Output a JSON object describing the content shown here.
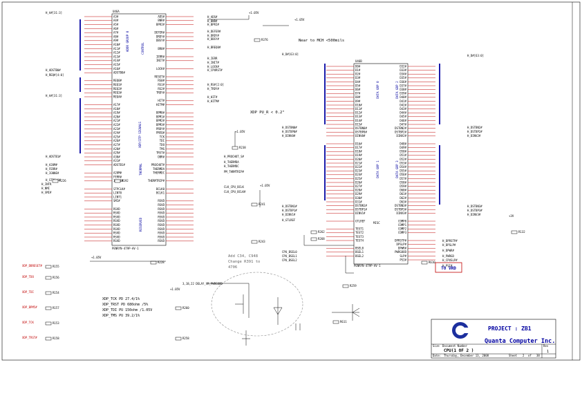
{
  "cpu_block": {
    "refdes": "U46A",
    "part": "PENRYN-479P-AV-1",
    "groups": [
      "ADDR GROUP 0",
      "CONTROL",
      "XDP/ITP SIGNALS",
      "THERMAL",
      "RESERVED"
    ],
    "left_pins": [
      "A3#",
      "A4#",
      "A5#",
      "A6#",
      "A7#",
      "A8#",
      "A9#",
      "A10#",
      "A11#",
      "A12#",
      "A13#",
      "A14#",
      "A15#",
      "A16#",
      "ADSTB0#",
      "",
      "REQ0#",
      "REQ1#",
      "REQ2#",
      "REQ3#",
      "REQ4#",
      "",
      "A17#",
      "A18#",
      "A19#",
      "A20#",
      "A21#",
      "A22#",
      "A23#",
      "A24#",
      "A25#",
      "A26#",
      "A27#",
      "A28#",
      "A29#",
      "A30#",
      "A31#",
      "ADSTB1#",
      "",
      "A20M#",
      "FERR#",
      "IGNNE#",
      "",
      "STPCLK#",
      "LINT0",
      "LINT1",
      "SMI#",
      "",
      "RSVD",
      "RSVD",
      "RSVD",
      "RSVD",
      "RSVD",
      "RSVD",
      "RSVD",
      "RSVD",
      "RSVD"
    ],
    "right_pins": [
      "ADS#",
      "BNR#",
      "BPRI#",
      "",
      "DEFER#",
      "DRDY#",
      "DBSY#",
      "",
      "BR0#",
      "",
      "IERR#",
      "INIT#",
      "",
      "LOCK#",
      "",
      "RESET#",
      "RS0#",
      "RS1#",
      "RS2#",
      "TRDY#",
      "",
      "HIT#",
      "HITM#",
      "",
      "BPM0#",
      "BPM1#",
      "BPM2#",
      "BPM3#",
      "PRDY#",
      "PREQ#",
      "TCK",
      "TDI",
      "TDO",
      "TMS",
      "TRST#",
      "DBR#",
      "",
      "PROCHOT#",
      "THERMDA",
      "THERMDC",
      "",
      "THERMTRIP#",
      "",
      "BCLK0",
      "BCLK1",
      "",
      "RSVD",
      "RSVD",
      "RSVD",
      "RSVD",
      "RSVD",
      "RSVD",
      "RSVD",
      "RSVD",
      "RSVD",
      "RSVD",
      "RSVD"
    ]
  },
  "cpu_block_b": {
    "refdes": "U46B",
    "part": "PENRYN-479P-AV-1",
    "groups": [
      "DATA GRP 0",
      "DATA GRP 2",
      "DATA GRP 1",
      "DATA GRP 3"
    ],
    "misc": "MISC",
    "left_pins": [
      "D0#",
      "D1#",
      "D2#",
      "D3#",
      "D4#",
      "D5#",
      "D6#",
      "D7#",
      "D8#",
      "D9#",
      "D10#",
      "D11#",
      "D12#",
      "D13#",
      "D14#",
      "D15#",
      "DSTBN0#",
      "DSTBP0#",
      "DINV0#",
      "",
      "D16#",
      "D17#",
      "D18#",
      "D19#",
      "D20#",
      "D21#",
      "D22#",
      "D23#",
      "D24#",
      "D25#",
      "D26#",
      "D27#",
      "D28#",
      "D29#",
      "D30#",
      "D31#",
      "DSTBN1#",
      "DSTBP1#",
      "DINV1#",
      "",
      "GTLREF",
      "",
      "TEST1",
      "TEST2",
      "TEST3",
      "TEST4",
      "",
      "BSEL0",
      "BSEL1",
      "BSEL2"
    ],
    "right_pins": [
      "D32#",
      "D33#",
      "D34#",
      "D35#",
      "D36#",
      "D37#",
      "D38#",
      "D39#",
      "D40#",
      "D41#",
      "D42#",
      "D43#",
      "D44#",
      "D45#",
      "D46#",
      "D47#",
      "DSTBN2#",
      "DSTBP2#",
      "DINV2#",
      "",
      "D48#",
      "D49#",
      "D50#",
      "D51#",
      "D52#",
      "D53#",
      "D54#",
      "D55#",
      "D56#",
      "D57#",
      "D58#",
      "D59#",
      "D60#",
      "D61#",
      "D62#",
      "D63#",
      "DSTBN3#",
      "DSTBP3#",
      "DINV3#",
      "",
      "COMP0",
      "COMP1",
      "COMP2",
      "COMP3",
      "",
      "DPRSTP#",
      "DPSLP#",
      "DPWR#",
      "PWRGOOD",
      "SLP#",
      "PSI#"
    ]
  },
  "nets_left": [
    "H_A#[31:3]",
    "H_ADSTB0#",
    "H_REQ#[4:0]",
    "H_A#[31:3]",
    "H_ADSTB1#",
    "H_A20M#",
    "H_FERR#",
    "H_IGNNE#",
    "H_STPCLK#",
    "H_INTR",
    "H_NMI",
    "H_SMI#"
  ],
  "nets_right": [
    "H_ADS#",
    "H_BNR#",
    "H_BPRI#",
    "H_DEFER#",
    "H_DRDY#",
    "H_DBSY#",
    "H_BREQ0#",
    "H_IERR",
    "H_INIT#",
    "H_LOCK#",
    "H_CPURST#",
    "H_RS#[2:0]",
    "H_TRDY#",
    "H_HIT#",
    "H_HITM#",
    "H_PROCHOT_S#",
    "H_THERMDA",
    "H_THERMDC",
    "PM_THRMTRIP#",
    "CLK_CPU_BCLK",
    "CLK_CPU_BCLK#"
  ],
  "nets_b_left": [
    "H_D#[63:0]",
    "H_DSTBN0#",
    "H_DSTBP0#",
    "H_DINV0#",
    "H_DSTBN1#",
    "H_DSTBP1#",
    "H_DINV1#",
    "H_GTLREF",
    "CPU_BSEL0",
    "CPU_BSEL1",
    "CPU_BSEL2"
  ],
  "nets_b_right": [
    "H_D#[63:0]",
    "H_DSTBN2#",
    "H_DSTBP2#",
    "H_DINV2#",
    "H_DSTBN3#",
    "H_DSTBP3#",
    "H_DINV3#",
    "H_DPRSTP#",
    "H_DPSLP#",
    "H_DPWR#",
    "H_PWRGD",
    "H_CPUSLP#",
    "H_PSI#"
  ],
  "rails": [
    "+1.05V",
    "+1.05V",
    "+1.05V",
    "+1.05V",
    "+1.05V",
    "+1.05V",
    "+3V"
  ],
  "resistors": [
    "R376",
    "R238",
    "R241",
    "R243",
    "R228",
    "R155",
    "R156",
    "R154",
    "R157",
    "R153",
    "R158",
    "R260",
    "R259",
    "R258",
    "R262",
    "R268",
    "R132",
    "R610",
    "R611",
    "R226",
    "R192"
  ],
  "xdp_nets": [
    "XDP_DBRESET#",
    "XDP_TDO",
    "XDP_TDI",
    "XDP_BPM5#",
    "XDP_TCK",
    "XDP_TRST#"
  ],
  "annotations": {
    "near_mch": "Near to MCH <500mils",
    "xdp_pu": "XDP PU_R < 0.2\"",
    "xdp_lines": [
      "XDP_TCK PD 27.4/1%",
      "XDP_TRST PD 680ohm /5%",
      "XDP_TDI PU 150ohm /1.05V",
      "XDP_TMS PU 39.2/1%"
    ],
    "add_note": [
      "Add C34, C948",
      "Change R391 to",
      "4706"
    ],
    "delay": "3,18,22 DELAY_VR_PWRGOOD"
  },
  "to_vrd": "TO VRD",
  "title_block": {
    "project": "PROJECT : ZB1",
    "company": "Quanta Computer Inc.",
    "size_label": "Size",
    "doc_label": "Document Number",
    "rev_label": "Rev",
    "rev": "1",
    "title": "CPU(1 OF 2 )",
    "date_label": "Date:",
    "date": "Thursday, December 13, 2008",
    "sheet_label": "Sheet",
    "sheet": "2",
    "of_label": "of",
    "total": "38"
  }
}
